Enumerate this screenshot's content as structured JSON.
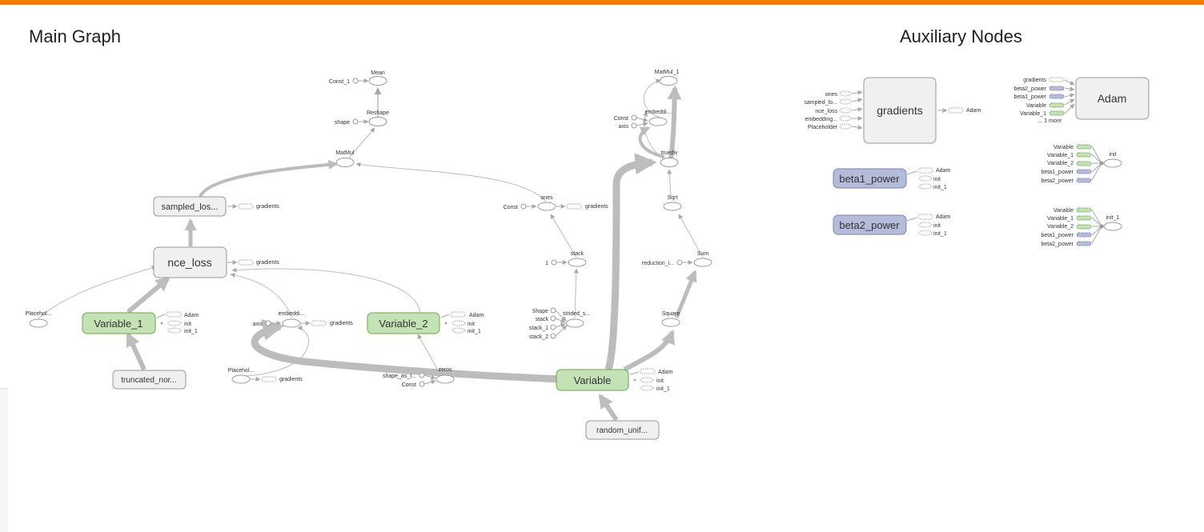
{
  "titles": {
    "main": "Main Graph",
    "aux": "Auxiliary Nodes"
  },
  "colors": {
    "accent": "#f57c00",
    "variable_fill": "#c5e2b7",
    "variable_stroke": "#6aa84f",
    "op_fill": "#f0f0f0",
    "op_stroke": "#999999",
    "beta_fill": "#b5bcd9",
    "beta_stroke": "#7983b1",
    "edge": "#bcbcbc"
  },
  "main_nodes": {
    "mean": "Mean",
    "const_1": "Const_1",
    "reshape": "Reshape",
    "shape": "shape",
    "matmul": "MatMul",
    "sampled_loss": "sampled_los...",
    "sampled_loss_grad": "gradients",
    "nce_loss": "nce_loss",
    "nce_loss_grad": "gradients",
    "placeholder_1": "Placehol...",
    "variable_1": "Variable_1",
    "variable_1_adam": "Adam",
    "variable_1_init": "init",
    "variable_1_init_1": "init_1",
    "truncated": "truncated_nor...",
    "embeddi_left": "embeddi...",
    "axis_left": "axis",
    "embeddi_left_grad": "gradients",
    "placehol_2": "Placehol...",
    "placehol_2_grad": "gradients",
    "variable_2": "Variable_2",
    "variable_2_adam": "Adam",
    "variable_2_init": "init",
    "variable_2_init_1": "init_1",
    "zeros": "zeros",
    "shape_as_t": "shape_as_t...",
    "zeros_const": "Const",
    "ones": "ones",
    "ones_const": "Const",
    "ones_grad": "gradients",
    "stack": "stack",
    "stack_one": "1",
    "strided": "strided_s...",
    "strided_shape": "Shape",
    "strided_stack": "stack",
    "strided_stack_1": "stack_1",
    "strided_stack_2": "stack_2",
    "variable": "Variable",
    "variable_adam": "Adam",
    "variable_init": "init",
    "variable_init_1": "init_1",
    "random_unif": "random_unif...",
    "matmul_1": "MatMul_1",
    "embeddi_right": "embeddi...",
    "embeddi_right_const": "Const",
    "embeddi_right_axis": "axis",
    "truediv": "truediv",
    "sqrt": "Sqrt",
    "sum": "Sum",
    "reduction": "reduction_i...",
    "square": "Square"
  },
  "aux_nodes": {
    "gradients": "gradients",
    "gradients_inputs": [
      "ones",
      "sampled_lo...",
      "nce_loss",
      "embedding...",
      "Placeholder"
    ],
    "gradients_out": "Adam",
    "adam": "Adam",
    "adam_inputs": [
      "gradients",
      "beta2_power",
      "beta1_power",
      "Variable",
      "Variable_1",
      "... 1 more"
    ],
    "beta1_power": "beta1_power",
    "beta1_outs": [
      "Adam",
      "init",
      "init_1"
    ],
    "beta2_power": "beta2_power",
    "beta2_outs": [
      "Adam",
      "init",
      "init_1"
    ],
    "init": "init",
    "init_inputs": [
      "Variable",
      "Variable_1",
      "Variable_2",
      "beta1_power",
      "beta2_power"
    ],
    "init_1": "init_1",
    "init_1_inputs": [
      "Variable",
      "Variable_1",
      "Variable_2",
      "beta1_power",
      "beta2_power"
    ]
  }
}
